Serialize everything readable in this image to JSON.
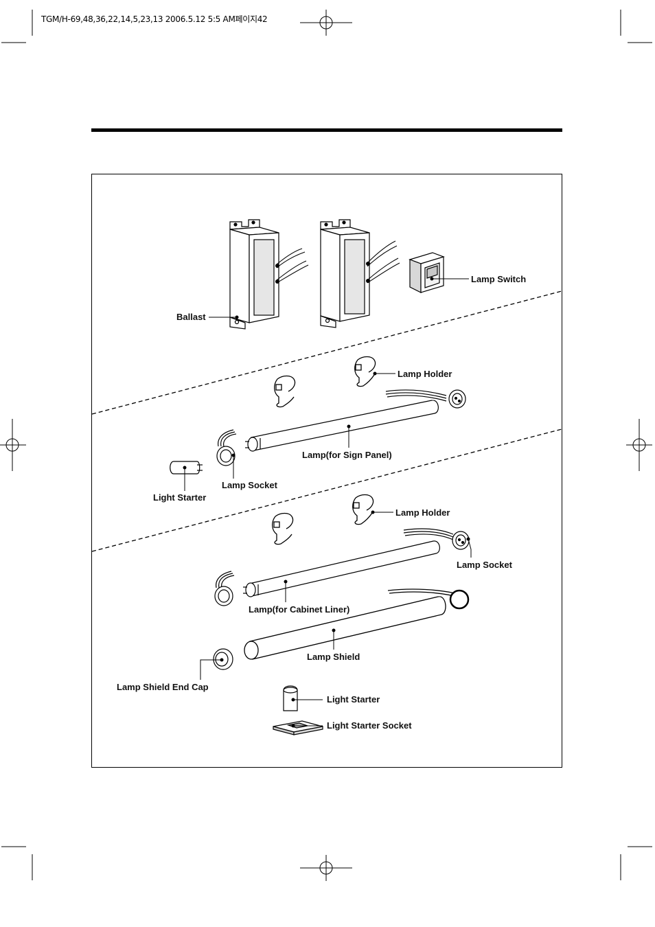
{
  "header": {
    "print_info": "TGM/H-69,48,36,22,14,5,23,13  2006.5.12 5:5 AM페이지42"
  },
  "diagram": {
    "labels": {
      "ballast": "Ballast",
      "lamp_switch": "Lamp Switch",
      "lamp_holder_1": "Lamp Holder",
      "lamp_sign_panel": "Lamp(for Sign Panel)",
      "lamp_socket_1": "Lamp Socket",
      "light_starter_1": "Light Starter",
      "lamp_holder_2": "Lamp Holder",
      "lamp_socket_2": "Lamp Socket",
      "lamp_cabinet_liner": "Lamp(for Cabinet Liner)",
      "lamp_shield": "Lamp Shield",
      "lamp_shield_end_cap": "Lamp Shield End Cap",
      "light_starter_2": "Light Starter",
      "light_starter_socket": "Light Starter Socket"
    }
  }
}
